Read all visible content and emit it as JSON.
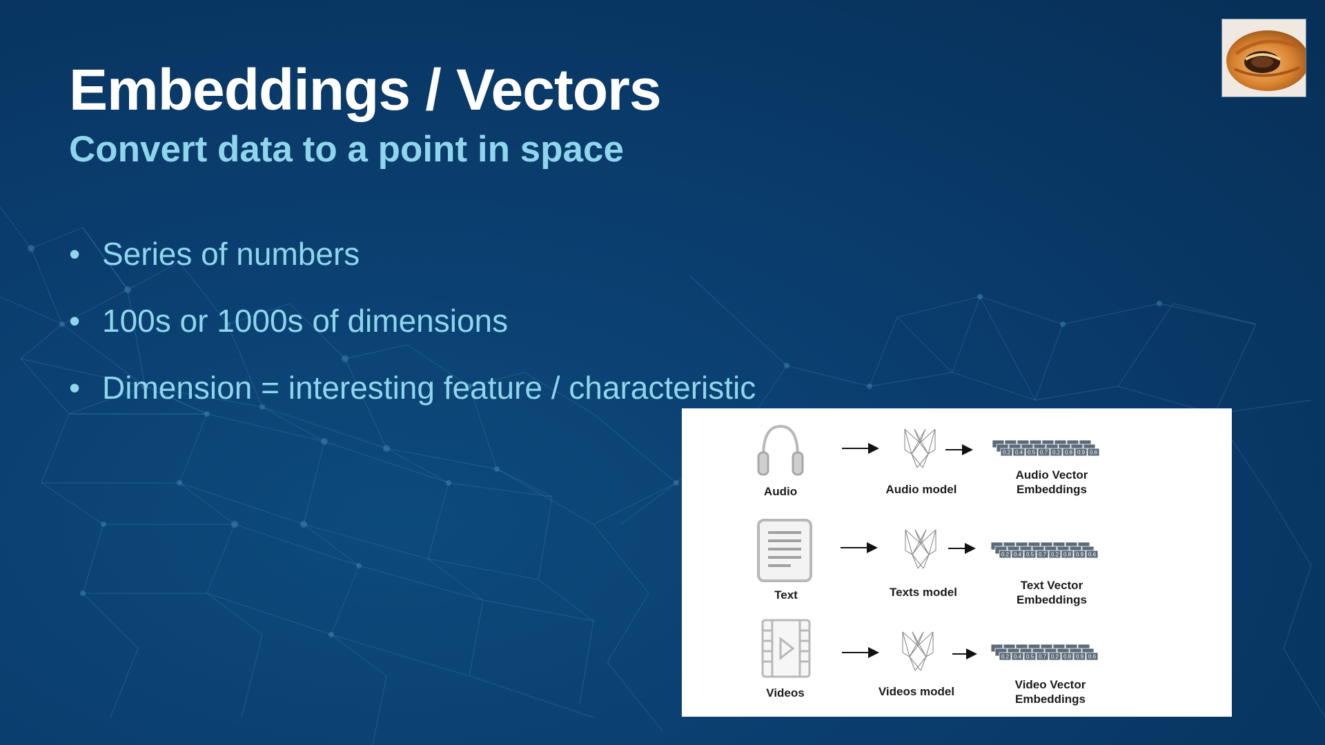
{
  "slide": {
    "title": "Embeddings / Vectors",
    "subtitle": "Convert data to a point in space",
    "bullets": [
      "Series of numbers",
      "100s or 1000s of dimensions",
      "Dimension = interesting feature / characteristic"
    ],
    "bullet_glyph": "•"
  },
  "thumbnail": {
    "icon": "pastry-photo-icon"
  },
  "colors": {
    "background": "#0a3d6e",
    "title": "#ffffff",
    "accent": "#8fd6ec",
    "vector_cell": "#5b6a78"
  },
  "diagram": {
    "rows": [
      {
        "input_label": "Audio",
        "input_icon": "headphones-icon",
        "model_label": "Audio model",
        "output_line1": "Audio Vector",
        "output_line2": "Embeddings"
      },
      {
        "input_label": "Text",
        "input_icon": "document-icon",
        "model_label": "Texts model",
        "output_line1": "Text Vector",
        "output_line2": "Embeddings"
      },
      {
        "input_label": "Videos",
        "input_icon": "video-icon",
        "model_label": "Videos model",
        "output_line1": "Video Vector",
        "output_line2": "Embeddings"
      }
    ],
    "vector_values": [
      "0.2",
      "0.4",
      "0.5",
      "0.7",
      "0.2",
      "0.8",
      "0.9",
      "0.6"
    ]
  }
}
